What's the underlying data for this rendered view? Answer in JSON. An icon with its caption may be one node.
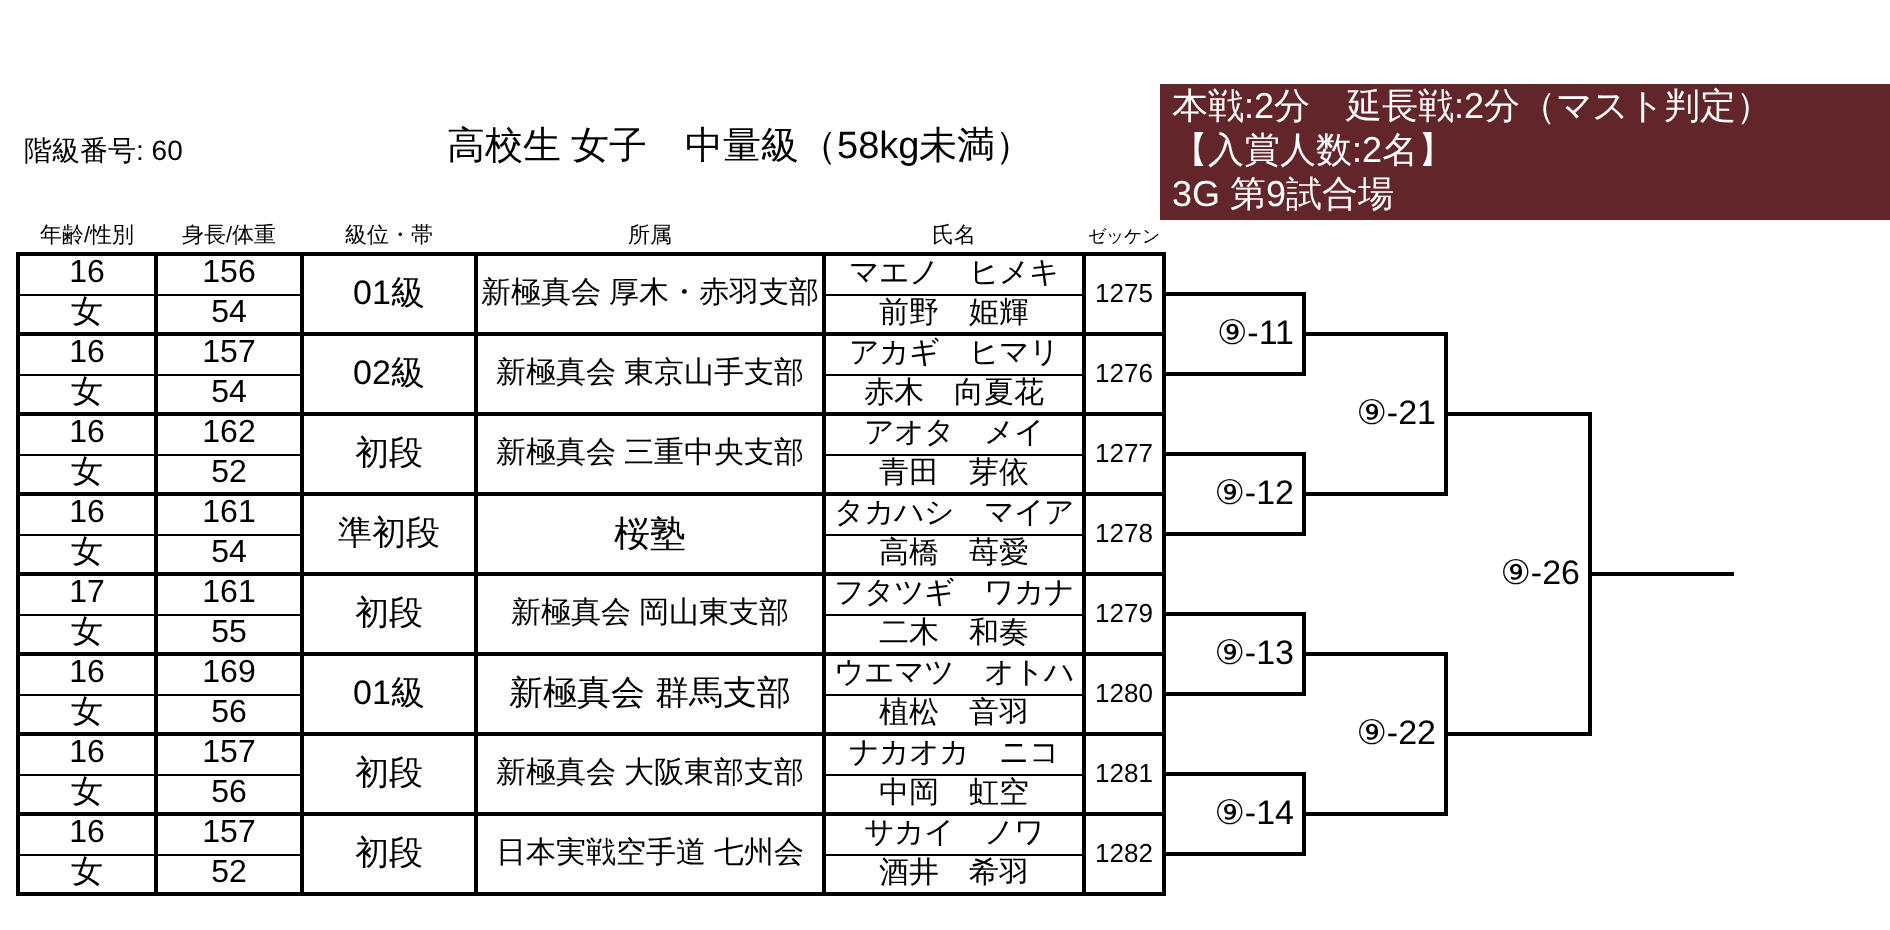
{
  "diagram": {
    "title": "高校生 女子　中量級（58kg未満）",
    "nodes": [
      {
        "text": [
          "本戦:2分　延長戦:2分（マスト判定）",
          "【入賞人数:2名】",
          "3G 第9試合場"
        ]
      },
      {
        "text": [
          "1275"
        ]
      },
      {
        "text": [
          "1276"
        ]
      },
      {
        "text": [
          "1277"
        ]
      },
      {
        "text": [
          "1278"
        ]
      },
      {
        "text": [
          "1279"
        ]
      },
      {
        "text": [
          "1280"
        ]
      },
      {
        "text": [
          "1281"
        ]
      },
      {
        "text": [
          "1282"
        ]
      },
      {
        "text": [
          "⑨-11"
        ]
      },
      {
        "text": [
          "⑨-12"
        ]
      },
      {
        "text": [
          "⑨-13"
        ]
      },
      {
        "text": [
          "⑨-14"
        ]
      },
      {
        "text": [
          "⑨-21"
        ]
      },
      {
        "text": [
          "⑨-22"
        ]
      },
      {
        "text": [
          "⑨-26"
        ]
      }
    ],
    "edges": [
      {
        "from": 1,
        "to": 9,
        "arrow": "none"
      },
      {
        "from": 2,
        "to": 9,
        "arrow": "none"
      },
      {
        "from": 3,
        "to": 10,
        "arrow": "none"
      },
      {
        "from": 4,
        "to": 10,
        "arrow": "none"
      },
      {
        "from": 5,
        "to": 11,
        "arrow": "none"
      },
      {
        "from": 6,
        "to": 11,
        "arrow": "none"
      },
      {
        "from": 7,
        "to": 12,
        "arrow": "none"
      },
      {
        "from": 8,
        "to": 12,
        "arrow": "none"
      },
      {
        "from": 9,
        "to": 13,
        "arrow": "none"
      },
      {
        "from": 10,
        "to": 13,
        "arrow": "none"
      },
      {
        "from": 11,
        "to": 14,
        "arrow": "none"
      },
      {
        "from": 12,
        "to": 14,
        "arrow": "none"
      },
      {
        "from": 13,
        "to": 15,
        "arrow": "none"
      },
      {
        "from": 14,
        "to": 15,
        "arrow": "none"
      },
      {
        "from": 15,
        "to": null,
        "arrow": "none"
      }
    ],
    "labels": [
      "階級番号: 60",
      "年齢/性別",
      "身長/体重",
      "級位・帯",
      "所属",
      "氏名",
      "ゼッケン",
      "16",
      "156",
      "01級",
      "新極真会 厚木・赤羽支部",
      "マエノ　ヒメキ",
      "女",
      "54",
      "前野　姫輝",
      "16",
      "157",
      "02級",
      "新極真会 東京山手支部",
      "アカギ　ヒマリ",
      "女",
      "54",
      "赤木　向夏花",
      "16",
      "162",
      "初段",
      "新極真会 三重中央支部",
      "アオタ　メイ",
      "女",
      "52",
      "青田　芽依",
      "16",
      "161",
      "準初段",
      "桜塾",
      "タカハシ　マイア",
      "女",
      "54",
      "高橋　苺愛",
      "17",
      "161",
      "初段",
      "新極真会 岡山東支部",
      "フタツギ　ワカナ",
      "女",
      "55",
      "二木　和奏",
      "16",
      "169",
      "01級",
      "新極真会 群馬支部",
      "ウエマツ　オトハ",
      "女",
      "56",
      "植松　音羽",
      "16",
      "157",
      "初段",
      "新極真会 大阪東部支部",
      "ナカオカ　ニコ",
      "女",
      "56",
      "中岡　虹空",
      "16",
      "157",
      "初段",
      "日本実戦空手道 七州会",
      "サカイ　ノワ",
      "女",
      "52",
      "酒井　希羽"
    ]
  }
}
